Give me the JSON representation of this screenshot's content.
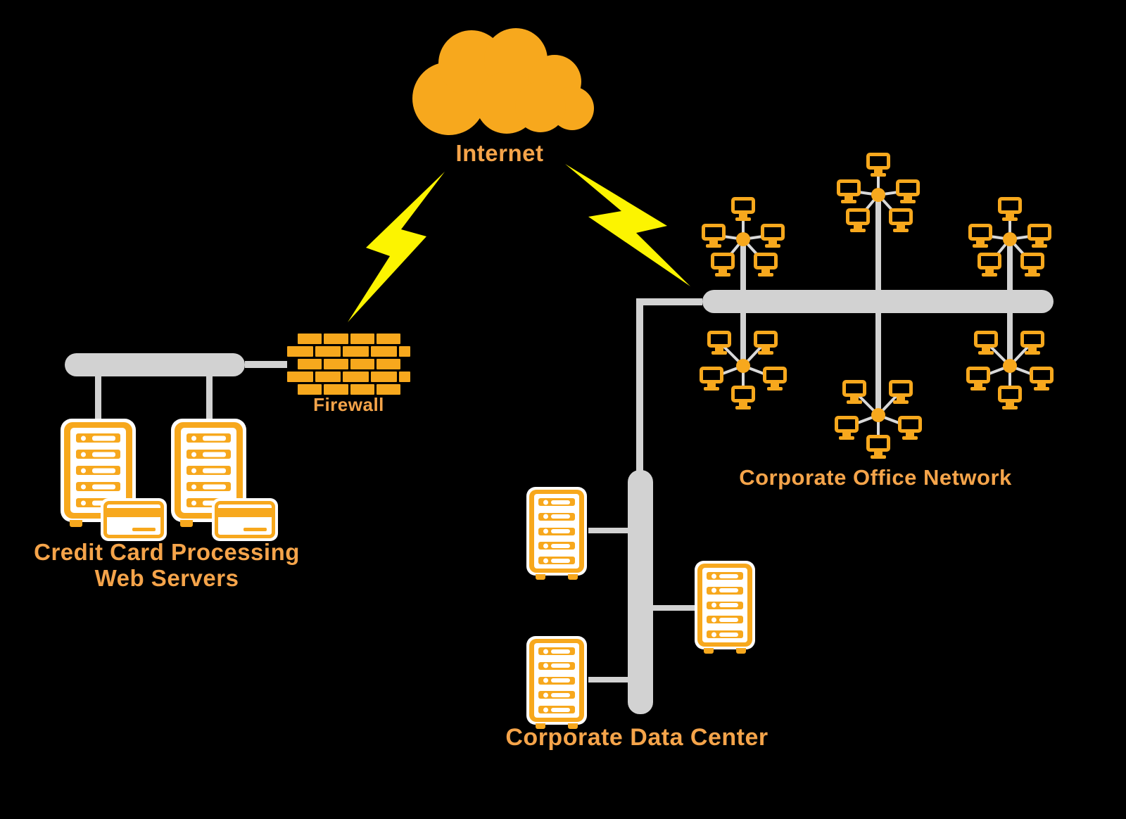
{
  "labels": {
    "internet": "Internet",
    "firewall": "Firewall",
    "web_servers_line1": "Credit Card Processing",
    "web_servers_line2": "Web Servers",
    "office_network": "Corporate Office Network",
    "data_center": "Corporate Data Center"
  },
  "colors": {
    "background": "#000000",
    "amber": "#F7A81D",
    "label_orange": "#F5A44A",
    "lightning_yellow": "#FCF400",
    "connector_gray": "#D2D2D2",
    "spoke_gray": "#D9D9D9",
    "white": "#FFFFFF"
  },
  "icons": {
    "internet": "internet-cloud-icon",
    "links_from_internet": "lightning-bolt-icon",
    "firewall": "brick-wall-icon",
    "servers": "server-rack-icon",
    "payment": "credit-card-icon",
    "workstations": "monitor-icon",
    "cluster_center": "hub-node-icon",
    "segments": "network-bus-bar"
  },
  "inventory": {
    "office_clusters": 6,
    "workstations_per_cluster": 5,
    "web_servers": 2,
    "credit_cards": 2,
    "data_center_servers": 3,
    "lightning_links": 2
  }
}
